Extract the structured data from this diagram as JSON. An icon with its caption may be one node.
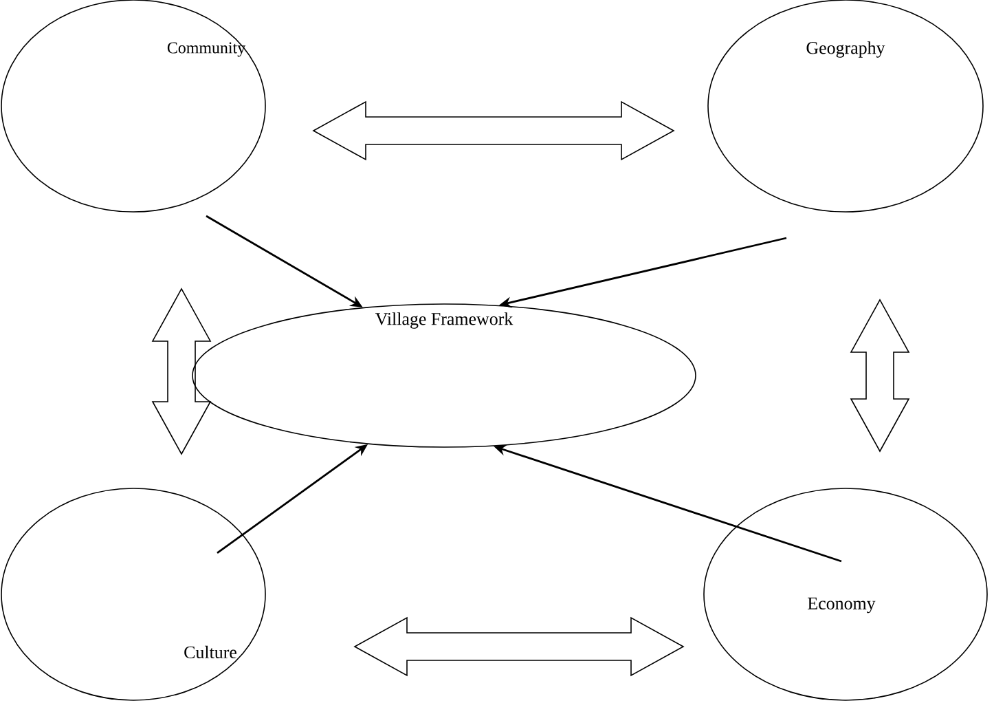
{
  "diagram": {
    "nodes": [
      {
        "text": [
          "Community"
        ]
      },
      {
        "text": [
          "Geography"
        ]
      },
      {
        "text": [
          "Village Framework"
        ]
      },
      {
        "text": [
          "Culture"
        ]
      },
      {
        "text": [
          "Economy"
        ]
      }
    ],
    "edges": [
      {
        "from": 0,
        "to": 1,
        "arrow": "both"
      },
      {
        "from": 0,
        "to": 3,
        "arrow": "both"
      },
      {
        "from": 1,
        "to": 4,
        "arrow": "both"
      },
      {
        "from": 3,
        "to": 4,
        "arrow": "both"
      },
      {
        "from": 0,
        "to": 2,
        "arrow": "to"
      },
      {
        "from": 1,
        "to": 2,
        "arrow": "to"
      },
      {
        "from": 3,
        "to": 2,
        "arrow": "to"
      },
      {
        "from": 4,
        "to": 2,
        "arrow": "to"
      }
    ]
  }
}
